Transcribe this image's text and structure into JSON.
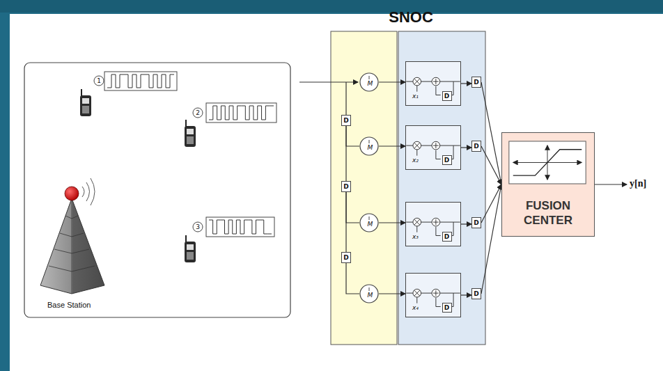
{
  "diagram": {
    "nodes": [
      {
        "text": [
          "M"
        ]
      },
      {
        "text": [
          "x₁"
        ]
      },
      {
        "text": [
          "D"
        ],
        "in": 1
      },
      {
        "text": [
          "D"
        ]
      },
      {
        "text": [
          "D"
        ]
      },
      {
        "text": [
          "M"
        ]
      },
      {
        "text": [
          "x₂"
        ]
      },
      {
        "text": [
          "D"
        ],
        "in": 6
      },
      {
        "text": [
          "D"
        ]
      },
      {
        "text": [
          "D"
        ]
      },
      {
        "text": [
          "M"
        ]
      },
      {
        "text": [
          "x₃"
        ]
      },
      {
        "text": [
          "D"
        ],
        "in": 11
      },
      {
        "text": [
          "D"
        ]
      },
      {
        "text": [
          "D"
        ]
      },
      {
        "text": [
          "M"
        ]
      },
      {
        "text": [
          "x₄"
        ]
      },
      {
        "text": [
          "D"
        ],
        "in": 16
      },
      {
        "text": [
          "D"
        ]
      },
      {
        "text": [
          "FUSION CENTER"
        ]
      }
    ],
    "edges": [
      {
        "from": 0,
        "to": 1,
        "arrow": "to"
      },
      {
        "from": 1,
        "to": 3,
        "arrow": "to"
      },
      {
        "from": 3,
        "to": 19,
        "arrow": "to"
      },
      {
        "from": 4,
        "to": 5,
        "arrow": "none"
      },
      {
        "from": 4,
        "to": 9,
        "arrow": "none"
      },
      {
        "from": 5,
        "to": 6,
        "arrow": "to"
      },
      {
        "from": 6,
        "to": 8,
        "arrow": "to"
      },
      {
        "from": 8,
        "to": 19,
        "arrow": "to"
      },
      {
        "from": 9,
        "to": 10,
        "arrow": "none"
      },
      {
        "from": 9,
        "to": 14,
        "arrow": "none"
      },
      {
        "from": 10,
        "to": 11,
        "arrow": "to"
      },
      {
        "from": 11,
        "to": 13,
        "arrow": "to"
      },
      {
        "from": 13,
        "to": 19,
        "arrow": "to"
      },
      {
        "from": 14,
        "to": 15,
        "arrow": "none"
      },
      {
        "from": 15,
        "to": 16,
        "arrow": "to"
      },
      {
        "from": 16,
        "to": 18,
        "arrow": "to"
      },
      {
        "from": 18,
        "to": 19,
        "arrow": "to"
      }
    ],
    "labels": [
      "SNOC",
      "1",
      "2",
      "3",
      "Base Station",
      "y[n]"
    ]
  }
}
